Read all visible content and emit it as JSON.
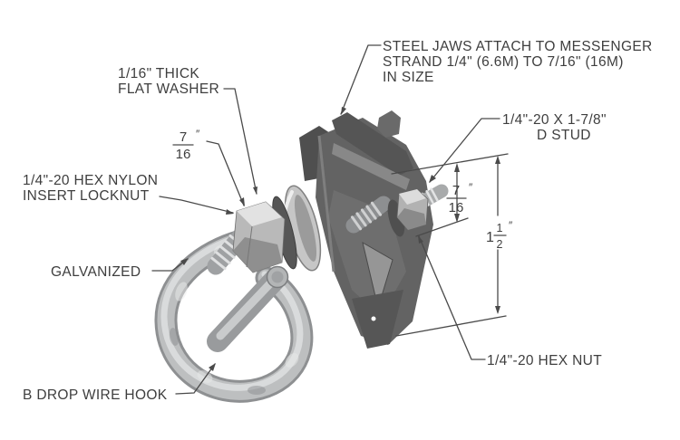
{
  "title": "B drop wire hook clamp assembly diagram",
  "labels": {
    "steel_jaws": {
      "line1": "STEEL JAWS ATTACH TO MESSENGER",
      "line2": "STRAND 1/4\" (6.6M) TO 7/16\" (16M)",
      "line3": "IN SIZE"
    },
    "flat_washer": {
      "line1": "1/16\" THICK",
      "line2": "FLAT WASHER"
    },
    "locknut": {
      "line1": "1/4\"-20 HEX NYLON",
      "line2": "INSERT LOCKNUT"
    },
    "galvanized": {
      "text": "GALVANIZED"
    },
    "drop_wire_hook": {
      "text": "B DROP WIRE HOOK"
    },
    "d_stud": {
      "line1": "1/4\"-20 X 1-7/8\"",
      "line2": "D STUD"
    },
    "hex_nut": {
      "text": "1/4\"-20 HEX NUT"
    }
  },
  "dimensions": {
    "washer_offset_left": {
      "numerator": "7",
      "denominator": "16",
      "unit": "″"
    },
    "stud_protrusion_right": {
      "numerator": "7",
      "denominator": "16",
      "unit": "″"
    },
    "overall_length": {
      "whole": "1",
      "numerator": "1",
      "denominator": "2",
      "unit": "″"
    }
  },
  "colors": {
    "background": "#ffffff",
    "label_text": "#3e3e3e",
    "leader_line": "#4a4a4a",
    "metal_highlight": "#e3e4e5",
    "metal_light": "#c4c6c7",
    "metal_mid": "#9a9c9e",
    "metal_dark": "#565656",
    "clamp_body": "#636363"
  }
}
